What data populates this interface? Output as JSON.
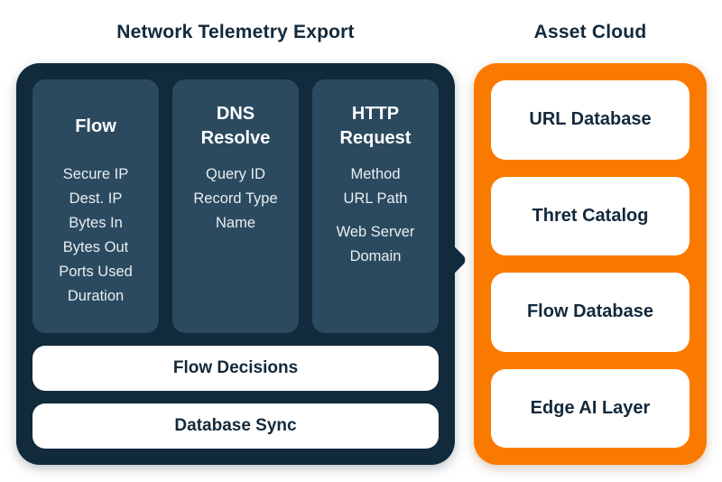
{
  "colors": {
    "navy": "#112A3C",
    "card_teal": "#2B4A5F",
    "orange": "#FA7A00",
    "text_dark": "#13293B",
    "text_light": "#E8EEF3",
    "white": "#FFFFFF"
  },
  "telemetry": {
    "title": "Network Telemetry Export",
    "cards": [
      {
        "title": "Flow",
        "groups": [
          [
            "Secure IP",
            "Dest. IP",
            "Bytes In",
            "Bytes Out",
            "Ports Used",
            "Duration"
          ]
        ]
      },
      {
        "title": "DNS Resolve",
        "groups": [
          [
            "Query ID",
            "Record Type",
            "Name"
          ]
        ]
      },
      {
        "title": "HTTP Request",
        "groups": [
          [
            "Method",
            "URL Path"
          ],
          [
            "Web Server Domain"
          ]
        ]
      }
    ],
    "bars": [
      {
        "label": "Flow Decisions"
      },
      {
        "label": "Database Sync"
      }
    ]
  },
  "asset_cloud": {
    "title": "Asset Cloud",
    "cards": [
      {
        "label": "URL Database"
      },
      {
        "label": "Thret Catalog"
      },
      {
        "label": "Flow Database"
      },
      {
        "label": "Edge AI Layer"
      }
    ]
  }
}
